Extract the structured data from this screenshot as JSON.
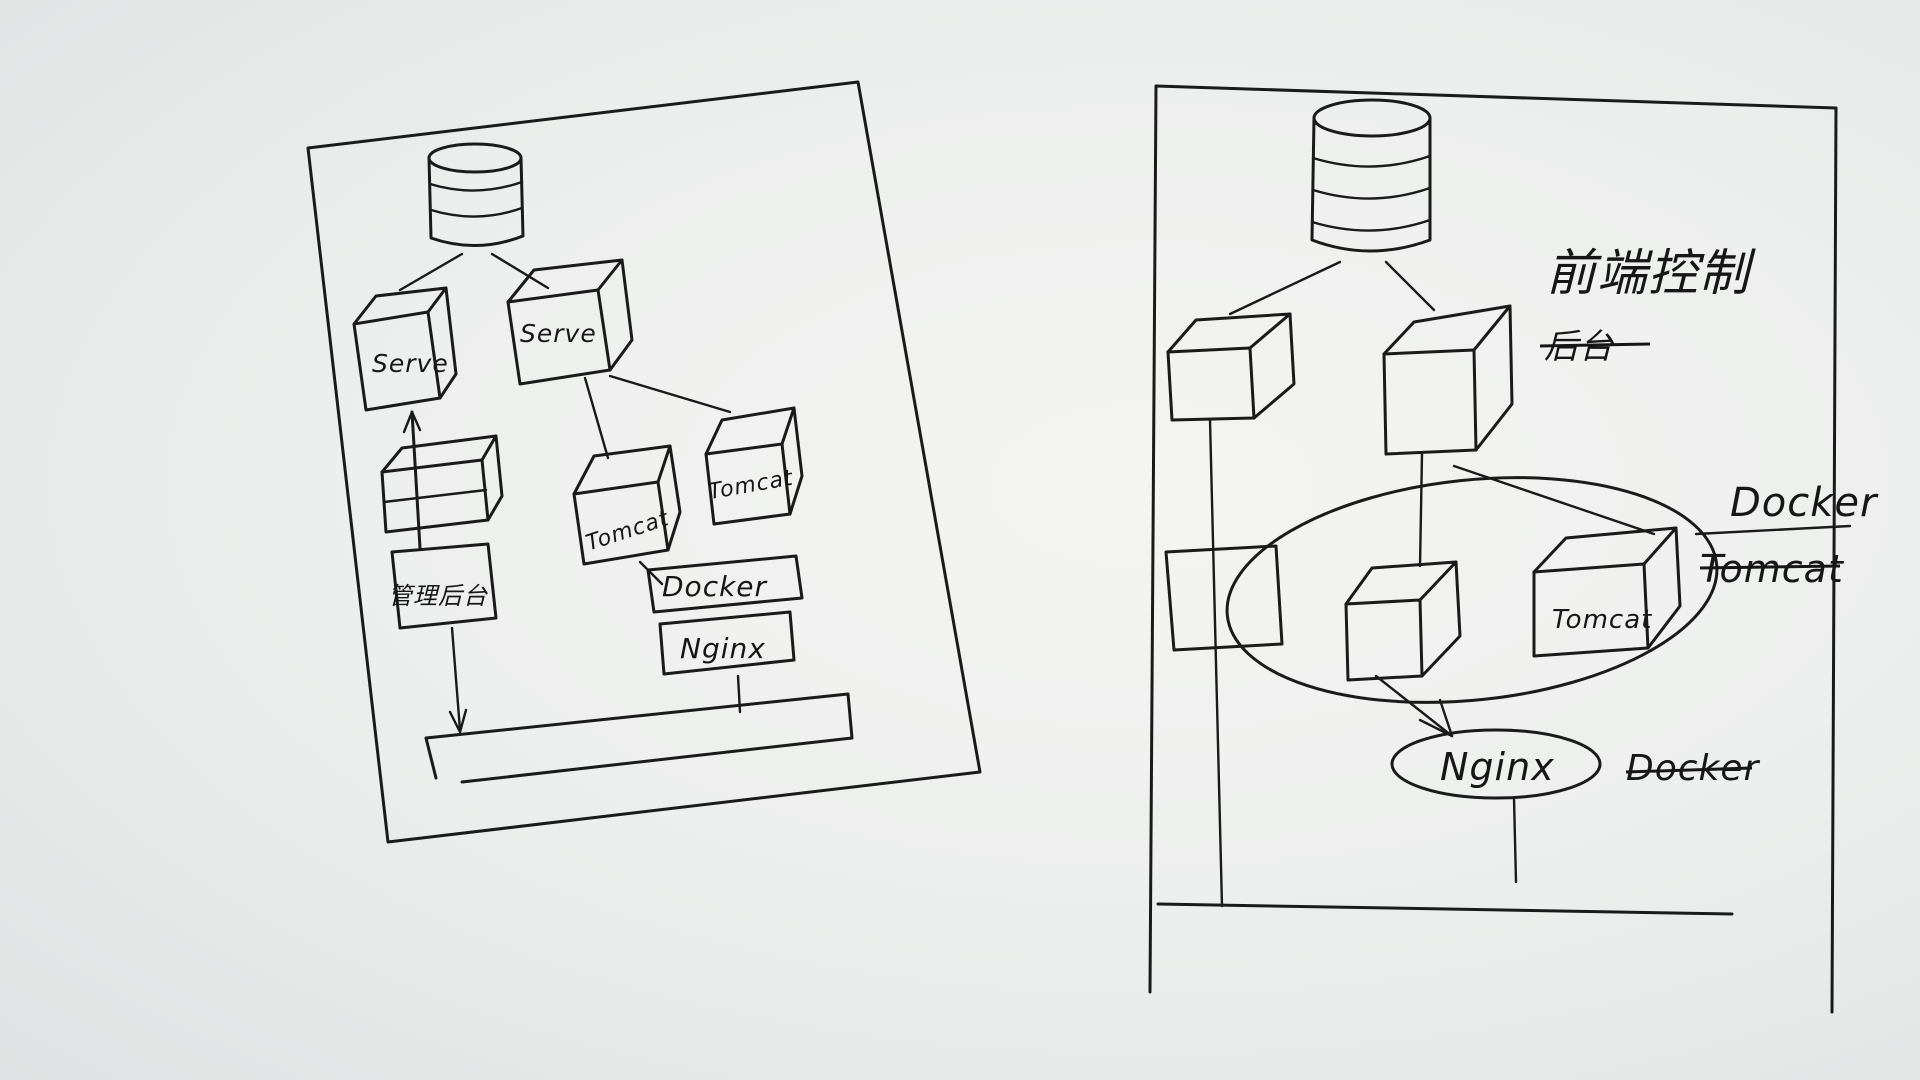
{
  "left_sketch": {
    "server_labels": [
      "Serve",
      "Serve"
    ],
    "tomcat_labels": [
      "Tomcat",
      "Tomcat"
    ],
    "admin_label": "管理后台",
    "docker_label": "Docker",
    "nginx_label": "Nginx"
  },
  "right_sketch": {
    "frontend_note": "前端控制",
    "crossed_note": "后台",
    "docker_note": "Docker",
    "tomcat_note": "Tomcat",
    "tomcat_box_label": "Tomcat",
    "nginx_label": "Nginx",
    "nginx_side_note": "Docker"
  },
  "colors": {
    "ink": "#1a1a1a",
    "paper": "#eceeed"
  }
}
